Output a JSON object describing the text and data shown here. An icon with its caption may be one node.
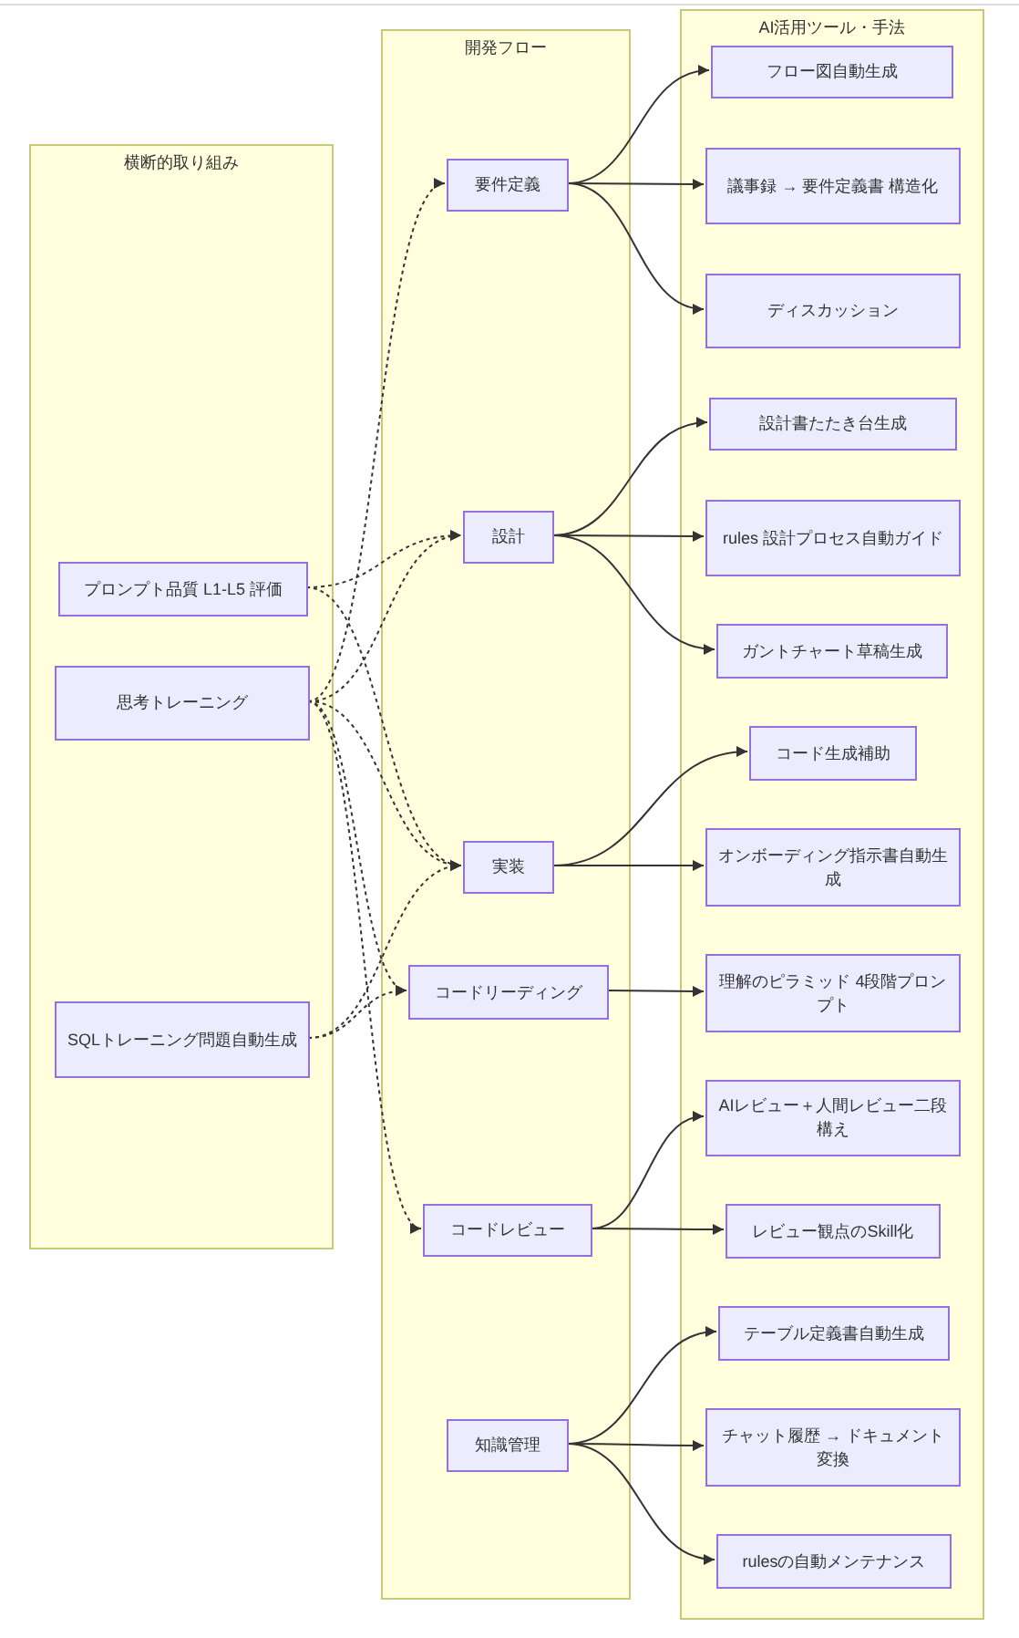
{
  "diagram": {
    "nodes": [
      {
        "text": [
          "横断的取り組み"
        ]
      },
      {
        "text": [
          "プロンプト品質 L1-L5 評価"
        ],
        "in": 0
      },
      {
        "text": [
          "思考トレーニング"
        ],
        "in": 0
      },
      {
        "text": [
          "SQLトレーニング問題自動生成"
        ],
        "in": 0
      },
      {
        "text": [
          "開発フロー"
        ]
      },
      {
        "text": [
          "要件定義"
        ],
        "in": 4
      },
      {
        "text": [
          "設計"
        ],
        "in": 4
      },
      {
        "text": [
          "実装"
        ],
        "in": 4
      },
      {
        "text": [
          "コードリーディング"
        ],
        "in": 4
      },
      {
        "text": [
          "コードレビュー"
        ],
        "in": 4
      },
      {
        "text": [
          "知識管理"
        ],
        "in": 4
      },
      {
        "text": [
          "AI活用ツール・手法"
        ]
      },
      {
        "text": [
          "フロー図自動生成"
        ],
        "in": 11
      },
      {
        "text": [
          "議事録 → 要件定義書 構造化"
        ],
        "in": 11
      },
      {
        "text": [
          "ディスカッション"
        ],
        "in": 11
      },
      {
        "text": [
          "設計書たたき台生成"
        ],
        "in": 11
      },
      {
        "text": [
          "rules 設計プロセス自動ガイド"
        ],
        "in": 11
      },
      {
        "text": [
          "ガントチャート草稿生成"
        ],
        "in": 11
      },
      {
        "text": [
          "コード生成補助"
        ],
        "in": 11
      },
      {
        "text": [
          "オンボーディング指示書自動生成"
        ],
        "in": 11
      },
      {
        "text": [
          "理解のピラミッド 4段階プロンプト"
        ],
        "in": 11
      },
      {
        "text": [
          "AIレビュー＋人間レビュー二段構え"
        ],
        "in": 11
      },
      {
        "text": [
          "レビュー観点のSkill化"
        ],
        "in": 11
      },
      {
        "text": [
          "テーブル定義書自動生成"
        ],
        "in": 11
      },
      {
        "text": [
          "チャット履歴 → ドキュメント変換"
        ],
        "in": 11
      },
      {
        "text": [
          "rulesの自動メンテナンス"
        ],
        "in": 11
      }
    ],
    "edges": [
      {
        "from": 5,
        "to": 12,
        "arrow": "to"
      },
      {
        "from": 5,
        "to": 13,
        "arrow": "to"
      },
      {
        "from": 5,
        "to": 14,
        "arrow": "to"
      },
      {
        "from": 6,
        "to": 15,
        "arrow": "to"
      },
      {
        "from": 6,
        "to": 16,
        "arrow": "to"
      },
      {
        "from": 6,
        "to": 17,
        "arrow": "to"
      },
      {
        "from": 7,
        "to": 18,
        "arrow": "to"
      },
      {
        "from": 7,
        "to": 19,
        "arrow": "to"
      },
      {
        "from": 8,
        "to": 20,
        "arrow": "to"
      },
      {
        "from": 9,
        "to": 21,
        "arrow": "to"
      },
      {
        "from": 9,
        "to": 22,
        "arrow": "to"
      },
      {
        "from": 10,
        "to": 23,
        "arrow": "to"
      },
      {
        "from": 10,
        "to": 24,
        "arrow": "to"
      },
      {
        "from": 10,
        "to": 25,
        "arrow": "to"
      },
      {
        "from": 1,
        "to": 6,
        "arrow": "to",
        "style": "dashed"
      },
      {
        "from": 1,
        "to": 7,
        "arrow": "to",
        "style": "dashed"
      },
      {
        "from": 2,
        "to": 5,
        "arrow": "to",
        "style": "dashed"
      },
      {
        "from": 2,
        "to": 6,
        "arrow": "to",
        "style": "dashed"
      },
      {
        "from": 2,
        "to": 7,
        "arrow": "to",
        "style": "dashed"
      },
      {
        "from": 2,
        "to": 8,
        "arrow": "to",
        "style": "dashed"
      },
      {
        "from": 2,
        "to": 9,
        "arrow": "to",
        "style": "dashed"
      },
      {
        "from": 3,
        "to": 7,
        "arrow": "to",
        "style": "dashed"
      },
      {
        "from": 3,
        "to": 8,
        "arrow": "to",
        "style": "dashed"
      }
    ]
  }
}
